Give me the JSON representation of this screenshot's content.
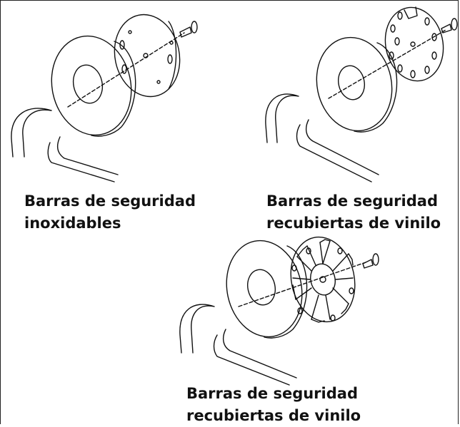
{
  "diagram": {
    "items": [
      {
        "line1": "Barras de seguridad",
        "line2": "inoxidables"
      },
      {
        "line1": "Barras de seguridad",
        "line2": "recubiertas de vinilo"
      },
      {
        "line1": "Barras de seguridad",
        "line2": "recubiertas de vinilo"
      }
    ]
  },
  "colors": {
    "stroke": "#111111",
    "background": "#ffffff"
  }
}
